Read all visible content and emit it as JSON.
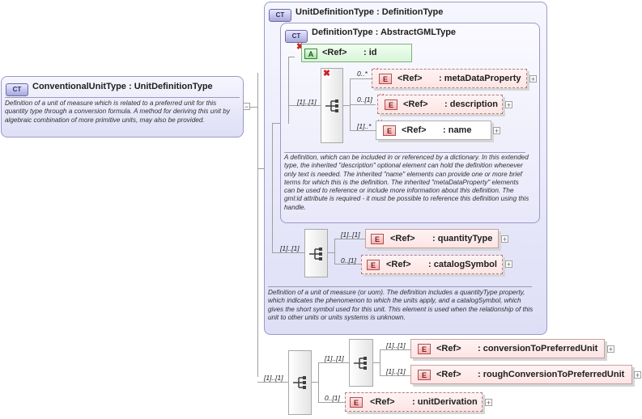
{
  "root": {
    "badge": "CT",
    "name": "ConventionalUnitType",
    "base": ": UnitDefinitionType",
    "doc": "Definition of a unit of measure which is related to a preferred unit for this quantity type through a conversion formula.  A method for deriving this unit by algebraic combination of more primitive units, may also be provided."
  },
  "unitdef": {
    "badge": "CT",
    "name": "UnitDefinitionType",
    "base": ": DefinitionType",
    "doc": "Definition of a unit of measure (or uom). The definition includes a quantityType property, which indicates the phenomenon to which the units apply, and a catalogSymbol, which gives the short symbol used for this unit. This element is used when the relationship of this unit to other units or units systems is unknown."
  },
  "deftype": {
    "badge": "CT",
    "name": "DefinitionType",
    "base": ": AbstractGMLType",
    "doc": "A definition, which can be included in or referenced by a dictionary. In this extended type, the inherited \"description\" optional element can hold the definition whenever only text is needed. The inherited \"name\" elements can provide one or more brief terms for which this is the definition. The inherited \"metaDataProperty\" elements can be used to reference or include more information about this definition. The gml:id attribute is required - it must be possible to reference this definition using this handle."
  },
  "attribute": {
    "badge": "A",
    "ref": "<Ref>",
    "name": ": id"
  },
  "elements": {
    "metaDataProperty": {
      "badge": "E",
      "ref": "<Ref>",
      "name": ": metaDataProperty",
      "mult": "0..*"
    },
    "description": {
      "badge": "E",
      "ref": "<Ref>",
      "name": ": description",
      "mult": "0..[1]"
    },
    "name": {
      "badge": "E",
      "ref": "<Ref>",
      "name": ": name",
      "mult": "[1]..*"
    },
    "quantityType": {
      "badge": "E",
      "ref": "<Ref>",
      "name": ": quantityType",
      "mult": "[1]..[1]"
    },
    "catalogSymbol": {
      "badge": "E",
      "ref": "<Ref>",
      "name": ": catalogSymbol",
      "mult": "0..[1]"
    },
    "conversionToPreferredUnit": {
      "badge": "E",
      "ref": "<Ref>",
      "name": ": conversionToPreferredUnit",
      "mult": "[1]..[1]"
    },
    "roughConversionToPreferredUnit": {
      "badge": "E",
      "ref": "<Ref>",
      "name": ": roughConversionToPreferredUnit",
      "mult": "[1]..[1]"
    },
    "unitDerivation": {
      "badge": "E",
      "ref": "<Ref>",
      "name": ": unitDerivation",
      "mult": "0..[1]"
    }
  },
  "sequences": {
    "deftype_seq": "[1]..[1]",
    "unitdef_seq": "[1]..[1]",
    "root_seq": "[1]..[1]",
    "choice_seq": "[1]..[1]"
  },
  "icons": {
    "ct_icon": "ct-badge-icon",
    "sequence_icon": "sequence-icon",
    "prohibited_icon": "prohibited-x-icon",
    "expand_icon": "expand-plus-icon"
  },
  "colors": {
    "complex_type_bg": "#e4e4f8",
    "element_bg": "#fde8e8",
    "attribute_bg": "#e4f8e4",
    "prohibited": "#d02020"
  }
}
